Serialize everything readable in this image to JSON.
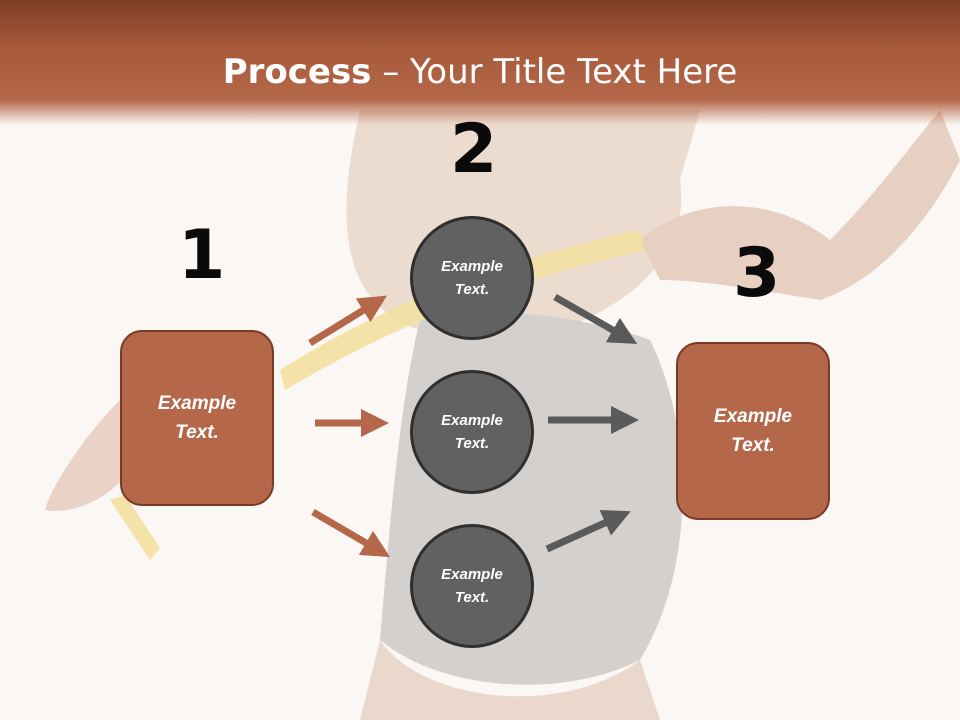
{
  "slide": {
    "title_bold": "Process",
    "title_rest": " – Your Title Text Here"
  },
  "steps": {
    "one": {
      "number": "1",
      "label": "Example\nText."
    },
    "two": {
      "number": "2",
      "items": [
        "Example\nText.",
        "Example\nText.",
        "Example\nText."
      ]
    },
    "three": {
      "number": "3",
      "label": "Example\nText."
    }
  },
  "colors": {
    "header": "#a85a3b",
    "box_fill": "#b5674a",
    "circle_fill": "#616161",
    "arrow_orange": "#b5674a",
    "arrow_gray": "#5a5a5a"
  }
}
